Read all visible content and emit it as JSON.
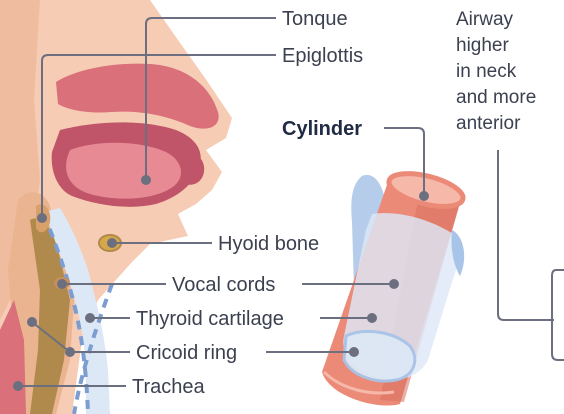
{
  "labels": {
    "tonque": "Tonque",
    "epiglottis": "Epiglottis",
    "hyoid_bone": "Hyoid bone",
    "vocal_cords": "Vocal cords",
    "thyroid_cartilage": "Thyroid cartilage",
    "cricoid_ring": "Cricoid ring",
    "trachea": "Trachea",
    "cylinder": "Cylinder"
  },
  "note": {
    "lines": [
      "Airway",
      "higher",
      "in neck",
      "and more",
      "anterior"
    ]
  },
  "colors": {
    "skin": "#f6cdb4",
    "skin_dark": "#e9a98e",
    "mouth": "#d9707a",
    "mouth_dark": "#c05468",
    "tissue": "#e9b48f",
    "cartilage": "#b08a4c",
    "airway_blue": "#a8c4e8",
    "airway_light": "#dde8f6",
    "pipe": "#ec8a78",
    "pipe_light": "#f6b8a8",
    "leader": "#6b6f80"
  }
}
